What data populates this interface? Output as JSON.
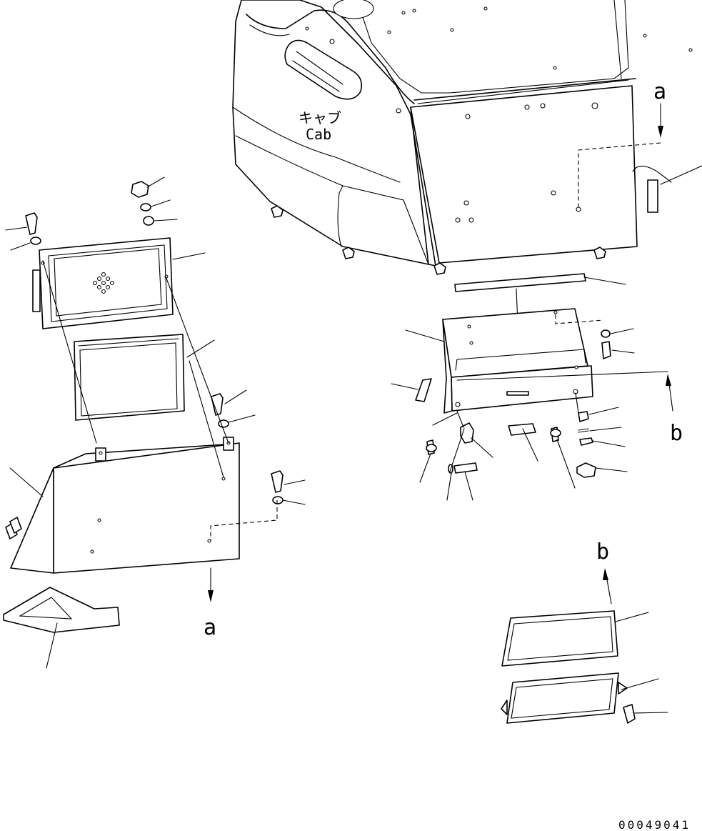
{
  "drawing": {
    "cab_label_jp": "キャブ",
    "cab_label_en": "Cab",
    "ref_a": "a",
    "ref_b": "b",
    "drawing_number": "00049041"
  },
  "colors": {
    "line": "#000000",
    "background": "#ffffff"
  }
}
